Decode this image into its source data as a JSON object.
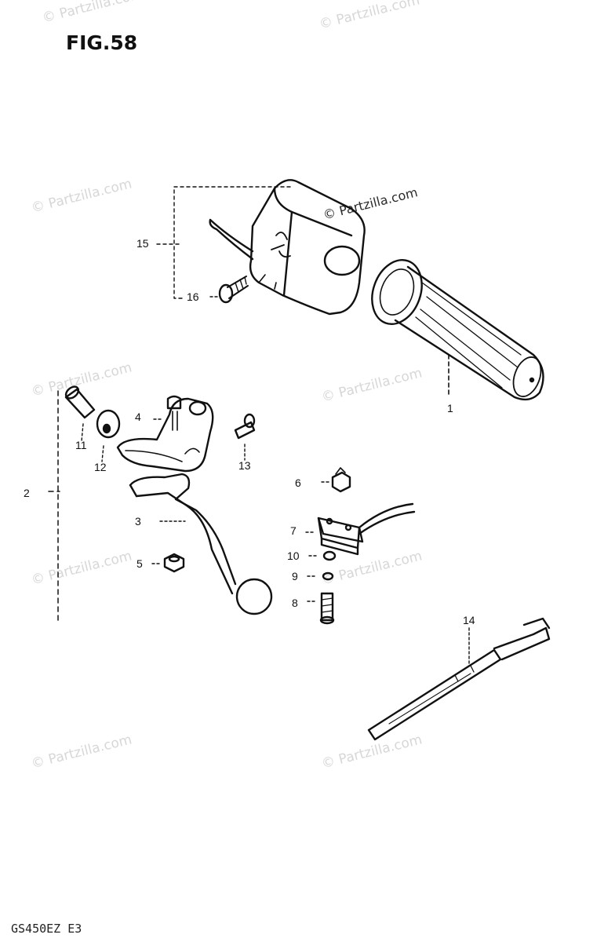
{
  "figure": {
    "title": "FIG.58",
    "model_code": "GS450EZ  E3"
  },
  "watermark": {
    "text": "© Partzilla.com"
  },
  "callouts": {
    "c1": "1",
    "c2": "2",
    "c3": "3",
    "c4": "4",
    "c5": "5",
    "c6": "6",
    "c7": "7",
    "c8": "8",
    "c9": "9",
    "c10": "10",
    "c11": "11",
    "c12": "12",
    "c13": "13",
    "c14": "14",
    "c15": "15",
    "c16": "16"
  }
}
